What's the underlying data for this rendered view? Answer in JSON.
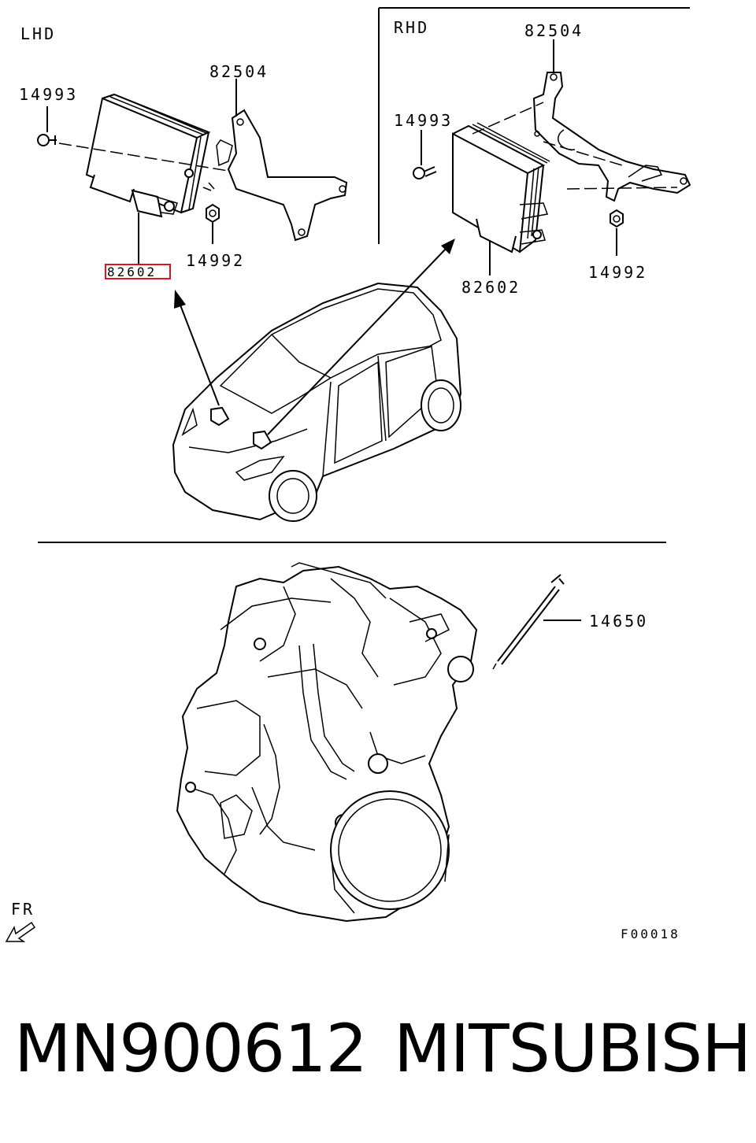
{
  "diagram": {
    "lhd_section": {
      "title": "LHD",
      "labels": {
        "bolt": "14993",
        "bracket": "82504",
        "nut": "14992",
        "unit_highlighted": "82602"
      }
    },
    "rhd_section": {
      "title": "RHD",
      "labels": {
        "bracket": "82504",
        "bolt": "14993",
        "unit": "82602",
        "nut": "14992"
      }
    },
    "engine_section": {
      "glow_plug_label": "14650"
    },
    "direction_marker": "FR",
    "figure_code": "F00018",
    "highlight_color": "#e0141e"
  },
  "footer": {
    "part_number": "MN900612",
    "brand": "MITSUBISHI"
  }
}
